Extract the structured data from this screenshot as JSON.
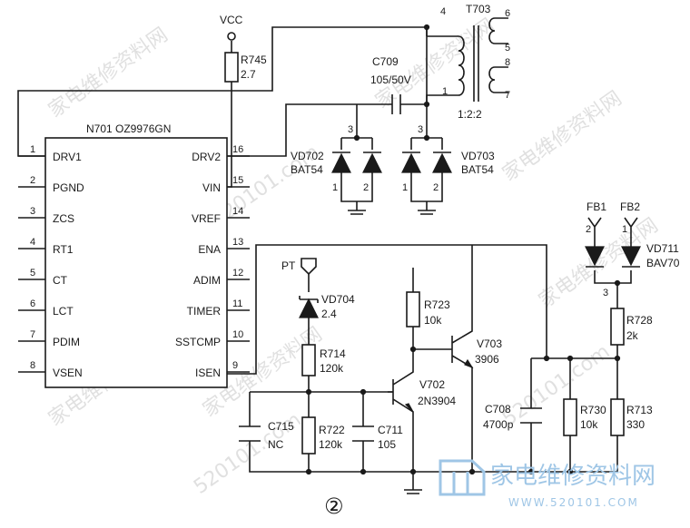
{
  "ic": {
    "name": "N701 OZ9976GN",
    "left_pins": [
      {
        "num": "1",
        "name": "DRV1"
      },
      {
        "num": "2",
        "name": "PGND"
      },
      {
        "num": "3",
        "name": "ZCS"
      },
      {
        "num": "4",
        "name": "RT1"
      },
      {
        "num": "5",
        "name": "CT"
      },
      {
        "num": "6",
        "name": "LCT"
      },
      {
        "num": "7",
        "name": "PDIM"
      },
      {
        "num": "8",
        "name": "VSEN"
      }
    ],
    "right_pins": [
      {
        "num": "16",
        "name": "DRV2"
      },
      {
        "num": "15",
        "name": "VIN"
      },
      {
        "num": "14",
        "name": "VREF"
      },
      {
        "num": "13",
        "name": "ENA"
      },
      {
        "num": "12",
        "name": "ADIM"
      },
      {
        "num": "11",
        "name": "TIMER"
      },
      {
        "num": "10",
        "name": "SSTCMP"
      },
      {
        "num": "9",
        "name": "ISEN"
      }
    ]
  },
  "vcc": "VCC",
  "r745": {
    "ref": "R745",
    "value": "2.7"
  },
  "transformer": {
    "ref": "T703",
    "ratio": "1:2:2",
    "pins": [
      "4",
      "1",
      "6",
      "5",
      "8",
      "7"
    ]
  },
  "c709": {
    "ref": "C709",
    "value": "105/50V"
  },
  "vd702": {
    "ref": "VD702",
    "part": "BAT54",
    "pins": [
      "3",
      "1",
      "2"
    ]
  },
  "vd703": {
    "ref": "VD703",
    "part": "BAT54",
    "pins": [
      "3",
      "1",
      "2"
    ]
  },
  "pt": "PT",
  "vd704": {
    "ref": "VD704",
    "value": "2.4"
  },
  "r714": {
    "ref": "R714",
    "value": "120k"
  },
  "r723": {
    "ref": "R723",
    "value": "10k"
  },
  "v703": {
    "ref": "V703",
    "part": "3906"
  },
  "v702": {
    "ref": "V702",
    "part": "2N3904"
  },
  "c715": {
    "ref": "C715",
    "value": "NC"
  },
  "r722": {
    "ref": "R722",
    "value": "120k"
  },
  "c711": {
    "ref": "C711",
    "value": "105"
  },
  "c708": {
    "ref": "C708",
    "value": "4700p"
  },
  "r730": {
    "ref": "R730",
    "value": "10k"
  },
  "r713": {
    "ref": "R713",
    "value": "330"
  },
  "r728": {
    "ref": "R728",
    "value": "2k"
  },
  "fb1": {
    "ref": "FB1",
    "pin": "2"
  },
  "fb2": {
    "ref": "FB2",
    "pin": "1"
  },
  "vd711": {
    "ref": "VD711",
    "part": "BAV70",
    "pin": "3"
  },
  "figure_number": "②",
  "watermark": {
    "text": "家电维修资料网",
    "url": "520101.com",
    "logo_text": "家电维修资料网",
    "logo_url": "WWW.520101.COM"
  }
}
